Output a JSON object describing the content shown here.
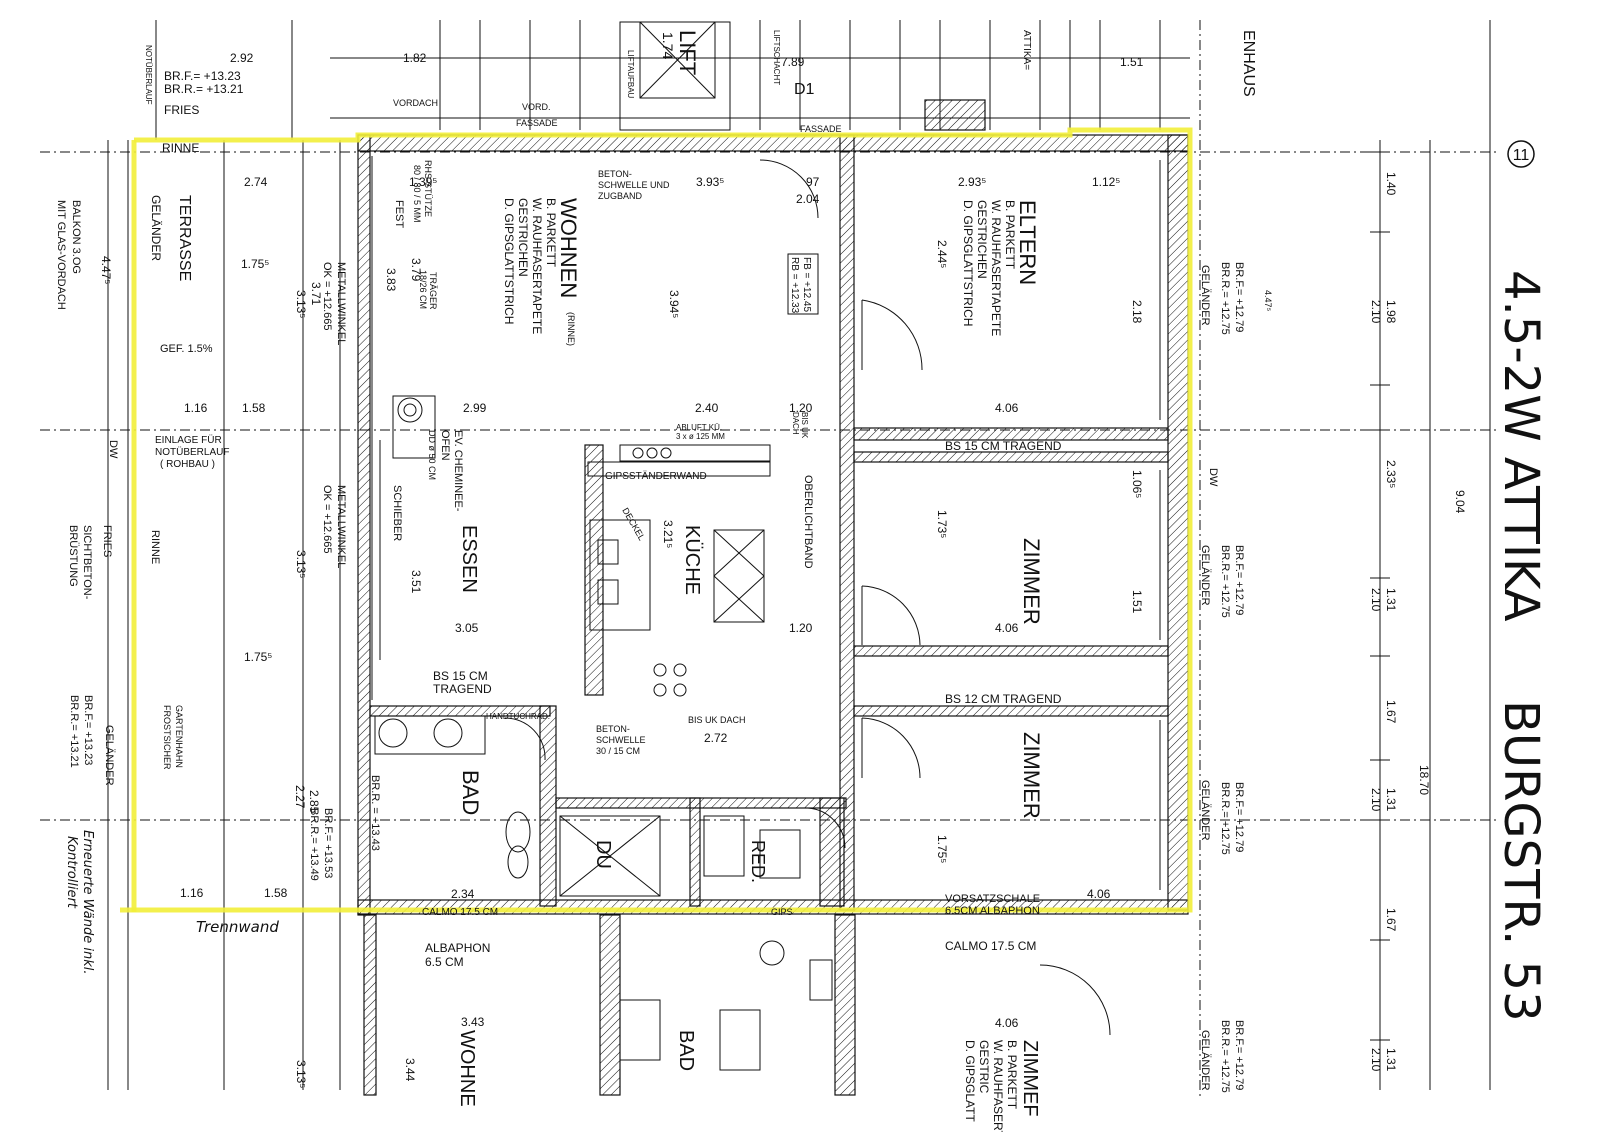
{
  "rooms": {
    "terrasse": "TERRASSE",
    "gelaender_left": "GELÄNDER",
    "wohnen": "WOHNEN",
    "wohnen_sub": [
      "B. PARKETT",
      "W. RAUHFASERTAPETE",
      "GESTRICHEN",
      "D. GIPSGLATTSTRICH"
    ],
    "wohnen_rinne": "(RINNE)",
    "essen": "ESSEN",
    "kueche": "KÜCHE",
    "eltern": "ELTERN",
    "eltern_sub": [
      "B. PARKETT",
      "W. RAUHFASERTAPETE",
      "GESTRICHEN",
      "D. GIPSGLATTSTRICH"
    ],
    "zimmer1": "ZIMMER",
    "zimmer2": "ZIMMER",
    "bad": "BAD",
    "du": "DU",
    "red": "RED.",
    "bad_lower": "BAD",
    "wohne_lower": "WOHNE",
    "zimmer_lower": "ZIMMEF",
    "zimmer_lower_sub": [
      "B. PARKETT",
      "W. RAUHFASERT",
      "GESTRIC",
      "D. GIPSGLATT"
    ],
    "lift": "LIFT",
    "lift_dim": "1.74"
  },
  "notes": {
    "rinne_top": "RINNE",
    "fries": "FRIES",
    "vordach": "VORDACH",
    "br_top": "BR.F.= +13.23",
    "br_top2": "BR.R.= +13.21",
    "gef": "GEF. 1.5%",
    "einlage": "EINLAGE FÜR",
    "einlage2": "NOTÜBERLAUF",
    "einlage3": "( ROHBAU )",
    "rinne_side": "RINNE",
    "balkon": "BALKON 3.OG",
    "balkon2": "MIT GLAS-VORDACH",
    "sichtbeton": "SICHTBETON-",
    "sichtbeton2": "BRÜSTUNG",
    "fries_side": "FRIES",
    "br_side": "BR.F.= +13.23",
    "br_side2": "BR.R.= +13.21",
    "gelaender_side": "GELÄNDER",
    "gartenhahn": "GARTENHAHN",
    "frostsicher": "FROSTSICHER",
    "metallwinkel1": "METALLWINKEL",
    "metallwinkel1b": "OK = +12.665",
    "metallwinkel2": "METALLWINKEL",
    "metallwinkel2b": "OK = +12.665",
    "traeger1": "TRÄGER",
    "traeger1b": "18/26 CM",
    "rhs1": "RHS-STÜTZE",
    "rhs1b": "80 / 80 / 5 MM",
    "fest": "FEST",
    "schieber": "SCHIEBER",
    "ev_cheminee": "EV. CHEMINEE-",
    "ofen": "OFEN",
    "ofen2": "DD ø 50 CM",
    "gipsstaender": "GIPSSTÄNDERWAND",
    "deckel": "DECKEL",
    "oberlichtband": "OBERLICHTBAND",
    "abluft": "ABLUFT KÜ.",
    "abluft2": "3 x ø 125 MM",
    "bis_uk": "BIS UK",
    "bis_uk2": "DACH",
    "bs15": "BS 15 CM TRAGEND",
    "bs12": "BS 12 CM TRAGEND",
    "bs15_left": "BS 15 CM",
    "bs15_left2": "TRAGEND",
    "betonschwelle": "BETON-",
    "betonschwelle2": "SCHWELLE UND",
    "betonschwelle3": "ZUGBAND",
    "betonschwelle_mid": "BETON-",
    "betonschwelle_mid2": "SCHWELLE",
    "betonschwelle_mid3": "30 / 15 CM",
    "bis_uk_dach": "BIS UK DACH",
    "handtuch": "HANDTUCHRAD.",
    "calmo": "CALMO 17.5 CM",
    "calmo_bottom": "CALMO 17.5 CM",
    "albaphon": "ALBAPHON",
    "albaphon2": "6.5 CM",
    "vorsatzschale": "VORSATZSCHALE",
    "vorsatzschale2": "6.5CM ALBAPHON",
    "gips": "GIPS",
    "fb": "FB = +12.45",
    "rb": "RB = +12.33",
    "br_right1": "BR.F.= +12.79",
    "br_right1b": "BR.R.= +12.75",
    "br_right2": "BR.F.= +12.79",
    "br_right2b": "BR.R.= +12.75",
    "br_right3": "BR.F.= +12.79",
    "br_right3b": "BR.R.= +12.75",
    "br_right4": "BR.F.= +12.79",
    "br_right4b": "BR.R.= +12.75",
    "gelaender_r1": "GELÄNDER",
    "gelaender_r2": "GELÄNDER",
    "gelaender_r3": "GELÄNDER",
    "gelaender_r4": "GELÄNDER",
    "dw": "DW",
    "dw2": "DW",
    "br_bad": "BR.F.= +13.53",
    "br_bad2": "BR.R.= +13.49",
    "br_bad3": "BR.R. = +13.43",
    "enhaus": "ENHAUS",
    "fassade": "FASSADE",
    "fassade2": "FASSADE",
    "vord": "VORD.",
    "notueberlauf": "NOTÜBERLAUF",
    "liftschacht": "LIFTSCHACHT",
    "liftaufbau": "LIFTAUFBAU",
    "attika": "ATTIKA=",
    "d1": "D1"
  },
  "dims": {
    "d292": "2.92",
    "d182": "1.82",
    "d274": "2.74",
    "d1395": "1.39⁵",
    "d3935": "3.93⁵",
    "d97": "97",
    "d204a": "2.04",
    "d2935": "2.93⁵",
    "d1125": "1.12⁵",
    "d151a": "1.51",
    "d1755a": "1.75⁵",
    "d116": "1.16",
    "d158": "1.58",
    "d299": "2.99",
    "d240": "2.40",
    "d120a": "1.20",
    "d406a": "4.06",
    "d305": "3.05",
    "d120b": "1.20",
    "d406b": "4.06",
    "d1755b": "1.75⁵",
    "d234": "2.34",
    "d406c": "4.06",
    "d343": "3.43",
    "d406d": "4.06",
    "d272": "2.72",
    "d3945": "3.94⁵",
    "d2445": "2.44⁵",
    "d218": "2.18",
    "d1735": "1.73⁵",
    "d1065": "1.06⁵",
    "d1755c": "1.75⁵",
    "d3215": "3.21⁵",
    "d379": "3.79",
    "d383": "3.83",
    "d371": "3.71",
    "d3135a": "3.13⁵",
    "d351": "3.51",
    "d3135b": "3.13⁵",
    "d285": "2.85",
    "d227": "2.27",
    "d344": "3.44",
    "d3135c": "3.13⁵",
    "d4475": "4.47⁵",
    "d4475b": "4.47⁵",
    "d140": "1.40",
    "d198": "1.98",
    "d210a": "2.10",
    "d2335": "2.33⁵",
    "d904": "9.04",
    "d131a": "1.31",
    "d210b": "2.10",
    "d167a": "1.67",
    "d1870": "18.70",
    "d131b": "1.31",
    "d210c": "2.10",
    "d167b": "1.67",
    "d131c": "1.31",
    "d210d": "2.10",
    "d789": "7.89",
    "d151b": "1.51"
  },
  "handwriting": {
    "title1": "4.5-2W ATTIKA",
    "title2": "BURGSTR. 53",
    "note1": "Erneuerte Wände inkl.",
    "note2": "Kontrolliert",
    "trennwand": "Trennwand",
    "circle": "11"
  },
  "colors": {
    "highlight": "#f2ee3a",
    "ink": "#111111"
  }
}
